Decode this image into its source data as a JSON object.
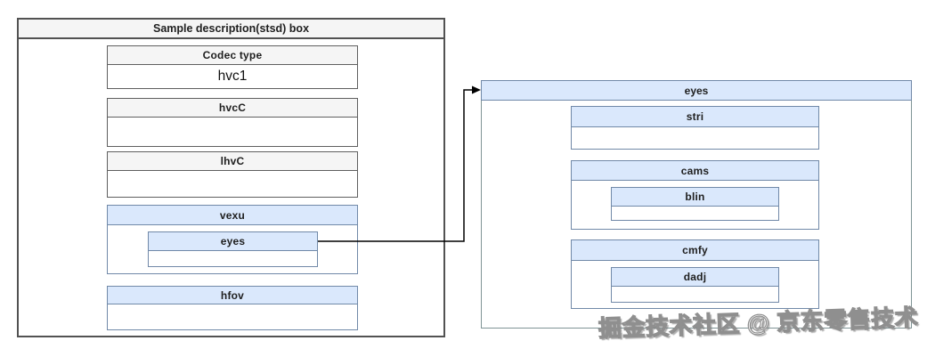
{
  "colors": {
    "blue_fill": "#dae8fc",
    "blue_border": "#7189a8",
    "gray_fill": "#f5f5f5",
    "gray_border": "#5f5f5f",
    "panel_border": "#525252",
    "arrow": "#000000"
  },
  "left_panel": {
    "title": "Sample description(stsd) box",
    "boxes": [
      {
        "label": "Codec type",
        "value": "hvc1"
      },
      {
        "label": "hvcC",
        "value": ""
      },
      {
        "label": "lhvC",
        "value": ""
      },
      {
        "label": "vexu",
        "value": "",
        "child": {
          "label": "eyes",
          "value": ""
        }
      },
      {
        "label": "hfov",
        "value": ""
      }
    ]
  },
  "right_panel": {
    "title": "eyes",
    "boxes": [
      {
        "label": "stri",
        "value": ""
      },
      {
        "label": "cams",
        "value": "",
        "child": {
          "label": "blin",
          "value": ""
        }
      },
      {
        "label": "cmfy",
        "value": "",
        "child": {
          "label": "dadj",
          "value": ""
        }
      }
    ]
  },
  "watermark": "掘金技术社区 @ 京东零售技术"
}
